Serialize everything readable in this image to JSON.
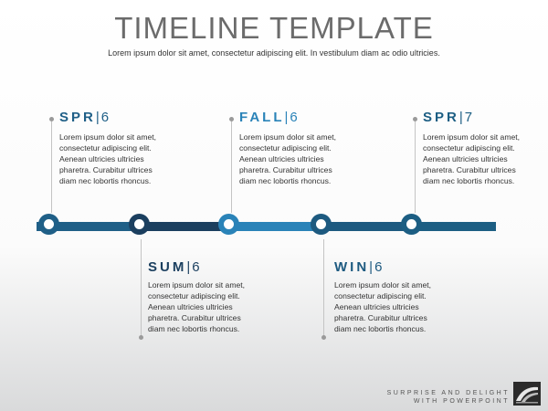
{
  "header": {
    "title": "TIMELINE TEMPLATE",
    "subtitle": "Lorem ipsum dolor sit amet, consectetur adipiscing elit. In vestibulum diam ac odio ultricies."
  },
  "milestones": [
    {
      "name": "SPR",
      "sep": "|",
      "year": "6",
      "color": "#1f5f87",
      "text": "Lorem ipsum dolor sit amet, consectetur adipiscing elit. Aenean ultricies ultricies pharetra. Curabitur ultrices diam nec lobortis rhoncus."
    },
    {
      "name": "SUM",
      "sep": "|",
      "year": "6",
      "color": "#1b3f5f",
      "text": "Lorem ipsum dolor sit amet, consectetur adipiscing elit. Aenean ultricies ultricies pharetra. Curabitur ultrices diam nec lobortis rhoncus."
    },
    {
      "name": "FALL",
      "sep": "|",
      "year": "6",
      "color": "#2a83b8",
      "text": "Lorem ipsum dolor sit amet, consectetur adipiscing elit. Aenean ultricies ultricies pharetra. Curabitur ultrices diam nec lobortis rhoncus."
    },
    {
      "name": "WIN",
      "sep": "|",
      "year": "6",
      "color": "#1d5a80",
      "text": "Lorem ipsum dolor sit amet, consectetur adipiscing elit. Aenean ultricies ultricies pharetra. Curabitur ultrices diam nec lobortis rhoncus."
    },
    {
      "name": "SPR",
      "sep": "|",
      "year": "7",
      "color": "#1c5e83",
      "text": "Lorem ipsum dolor sit amet, consectetur adipiscing elit. Aenean ultricies ultricies pharetra. Curabitur ultrices diam nec lobortis rhoncus."
    }
  ],
  "footer": {
    "line1": "SURPRISE AND DELIGHT",
    "line2": "WITH POWERPOINT"
  }
}
